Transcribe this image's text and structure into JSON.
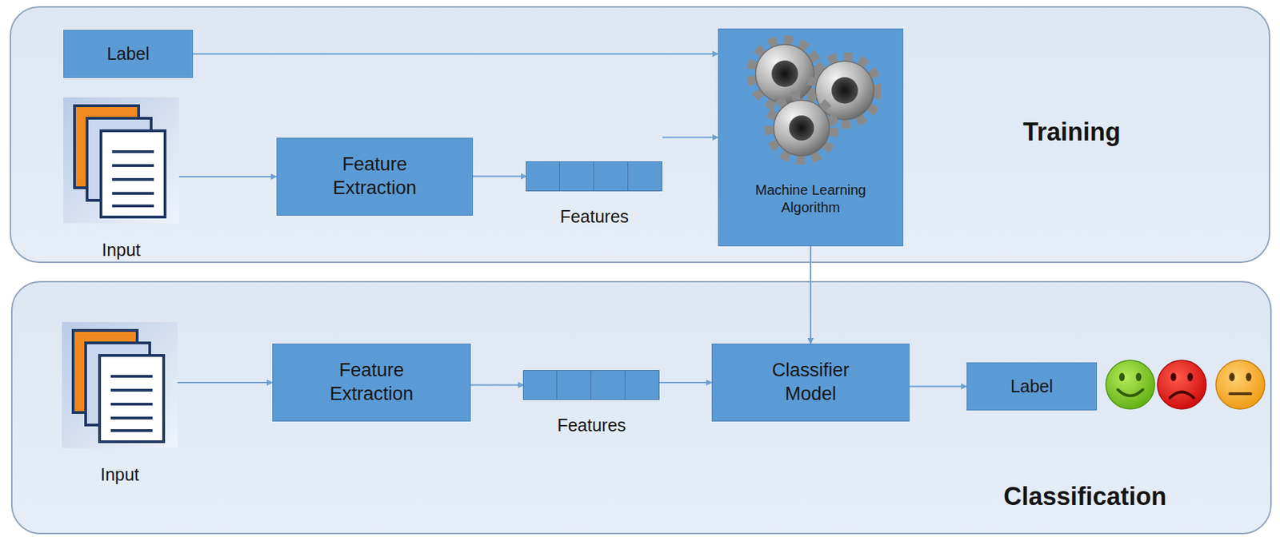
{
  "diagram": {
    "nodes": [
      {
        "text": [
          "Training"
        ]
      },
      {
        "text": [
          "Label"
        ],
        "in": 0
      },
      {
        "text": [
          "Input"
        ],
        "in": 0
      },
      {
        "text": [
          "Feature Extraction"
        ],
        "in": 0
      },
      {
        "text": [
          "Features"
        ],
        "in": 0
      },
      {
        "text": [
          "Machine Learning Algorithm"
        ],
        "in": 0
      },
      {
        "text": [
          "Classification"
        ]
      },
      {
        "text": [
          "Input"
        ],
        "in": 6
      },
      {
        "text": [
          "Feature Extraction"
        ],
        "in": 6
      },
      {
        "text": [
          "Features"
        ],
        "in": 6
      },
      {
        "text": [
          "Classifier Model"
        ],
        "in": 6
      },
      {
        "text": [
          "Label"
        ],
        "in": 6
      }
    ],
    "edges": [
      {
        "from": 1,
        "to": 5,
        "arrow": "to"
      },
      {
        "from": 2,
        "to": 3,
        "arrow": "to"
      },
      {
        "from": 3,
        "to": 4,
        "arrow": "to"
      },
      {
        "from": 4,
        "to": 5,
        "arrow": "to"
      },
      {
        "from": 5,
        "to": 10,
        "arrow": "to"
      },
      {
        "from": 7,
        "to": 8,
        "arrow": "to"
      },
      {
        "from": 8,
        "to": 9,
        "arrow": "to"
      },
      {
        "from": 9,
        "to": 10,
        "arrow": "to"
      },
      {
        "from": 10,
        "to": 11,
        "arrow": "to"
      }
    ]
  }
}
